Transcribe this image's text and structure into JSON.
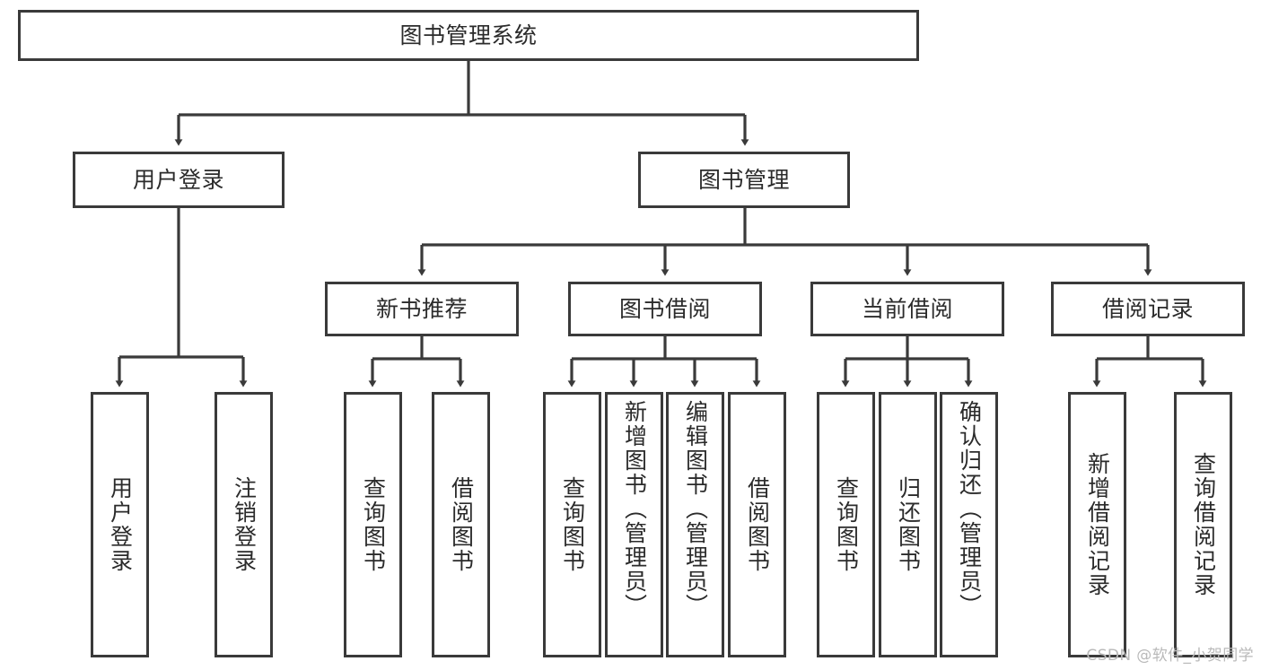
{
  "diagram": {
    "title": "图书管理系统",
    "watermark": "CSDN @软件_小贺同学",
    "theme": {
      "background": "#ffffff",
      "node_border": "#3a3a3a",
      "node_fill": "#ffffff",
      "edge_color": "#3a3a3a",
      "text_color": "#2b2b2b",
      "watermark_color": "#b9b9b9"
    },
    "levels": {
      "root": {
        "label": "图书管理系统"
      },
      "level2": [
        {
          "id": "user-login",
          "label": "用户登录"
        },
        {
          "id": "book-management",
          "label": "图书管理"
        }
      ],
      "level3": [
        {
          "id": "new-book-recommend",
          "label": "新书推荐"
        },
        {
          "id": "book-borrow",
          "label": "图书借阅"
        },
        {
          "id": "current-borrow",
          "label": "当前借阅"
        },
        {
          "id": "borrow-record",
          "label": "借阅记录"
        }
      ],
      "leaves": {
        "user_login": [
          {
            "id": "leaf-user-login",
            "label": "用户登录"
          },
          {
            "id": "leaf-logout-login",
            "label": "注销登录"
          }
        ],
        "new_book_recommend": [
          {
            "id": "leaf-query-book-1",
            "label": "查询图书"
          },
          {
            "id": "leaf-borrow-book-1",
            "label": "借阅图书"
          }
        ],
        "book_borrow": [
          {
            "id": "leaf-query-book-2",
            "label": "查询图书"
          },
          {
            "id": "leaf-add-book",
            "label": "新增图书（管理员）"
          },
          {
            "id": "leaf-edit-book",
            "label": "编辑图书（管理员）"
          },
          {
            "id": "leaf-borrow-book-2",
            "label": "借阅图书"
          }
        ],
        "current_borrow": [
          {
            "id": "leaf-query-book-3",
            "label": "查询图书"
          },
          {
            "id": "leaf-return-book",
            "label": "归还图书"
          },
          {
            "id": "leaf-confirm-return",
            "label": "确认归还（管理员）"
          }
        ],
        "borrow_record": [
          {
            "id": "leaf-add-record",
            "label": "新增借阅记录"
          },
          {
            "id": "leaf-query-record",
            "label": "查询借阅记录"
          }
        ]
      }
    }
  }
}
